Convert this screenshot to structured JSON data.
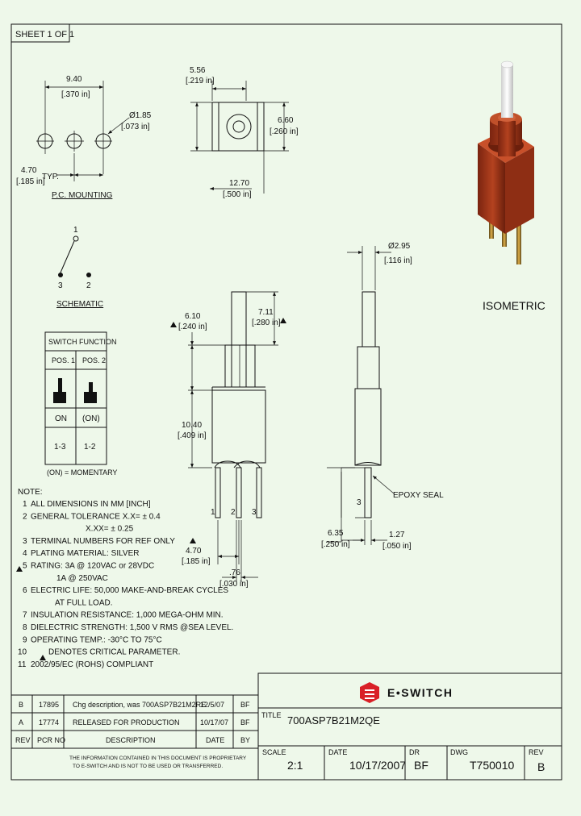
{
  "sheet_label": "SHEET 1 OF 1",
  "pc_mounting": {
    "dim_pitch_mm": "9.40",
    "dim_pitch_in": "[.370 in]",
    "dim_hole_mm": "Ø1.85",
    "dim_hole_in": "[.073 in]",
    "dim_typ_mm": "4.70",
    "dim_typ_suffix": "TYP.",
    "dim_typ_in": "[.185 in]",
    "label": "P.C. MOUNTING"
  },
  "top_view": {
    "dim_width_mm": "5.56",
    "dim_width_in": "[.219 in]",
    "dim_height_mm": "6.60",
    "dim_height_in": "[.260 in]",
    "dim_length_mm": "12.70",
    "dim_length_in": "[.500 in]"
  },
  "schematic": {
    "pin1": "1",
    "pin3": "3",
    "pin2": "2",
    "label": "SCHEMATIC"
  },
  "switch_function": {
    "title": "SWITCH FUNCTION",
    "pos1": "POS. 1",
    "pos2": "POS. 2",
    "state1": "ON",
    "state2": "(ON)",
    "conn1": "1-3",
    "conn2": "1-2",
    "momentary_note": "(ON) = MOMENTARY"
  },
  "notes": {
    "title": "NOTE:",
    "items": [
      {
        "num": "1",
        "text": "ALL DIMENSIONS IN MM [INCH]"
      },
      {
        "num": "2",
        "text": "GENERAL TOLERANCE X.X= ± 0.4"
      },
      {
        "num": "",
        "text": "X.XX= ± 0.25"
      },
      {
        "num": "3",
        "text": "TERMINAL NUMBERS FOR REF ONLY"
      },
      {
        "num": "4",
        "text": "PLATING MATERIAL: SILVER"
      },
      {
        "num": "5",
        "text": "RATING: 3A @ 120VAC or 28VDC"
      },
      {
        "num": "",
        "text": "1A @ 250VAC"
      },
      {
        "num": "6",
        "text": "ELECTRIC LIFE: 50,000 MAKE-AND-BREAK CYCLES"
      },
      {
        "num": "",
        "text": "AT FULL LOAD."
      },
      {
        "num": "7",
        "text": "INSULATION RESISTANCE: 1,000 MEGA-OHM MIN."
      },
      {
        "num": "8",
        "text": "DIELECTRIC STRENGTH: 1,500 V RMS @SEA LEVEL."
      },
      {
        "num": "9",
        "text": "OPERATING TEMP.: -30°C TO 75°C"
      },
      {
        "num": "10",
        "text": "DENOTES CRITICAL PARAMETER."
      },
      {
        "num": "11",
        "text": "2002/95/EC (ROHS) COMPLIANT"
      }
    ]
  },
  "front_view": {
    "dim_bush_mm": "6.10",
    "dim_bush_in": "[.240 in]",
    "dim_lever_mm": "7.11",
    "dim_lever_in": "[.280 in]",
    "dim_body_mm": "10.40",
    "dim_body_in": "[.409 in]",
    "dim_pin_pitch_mm": "4.70",
    "dim_pin_pitch_in": "[.185 in]",
    "dim_pin_w_mm": ".76",
    "dim_pin_w_in": "[.030 in]",
    "pin_labels": [
      "1",
      "2",
      "3"
    ]
  },
  "side_view": {
    "dim_lever_dia_mm": "Ø2.95",
    "dim_lever_dia_in": "[.116 in]",
    "epoxy_label": "EPOXY SEAL",
    "pin_label": "3",
    "dim_pin_len_mm": "6.35",
    "dim_pin_len_in": "[.250 in]",
    "dim_pin_t_mm": "1.27",
    "dim_pin_t_in": "[.050 in]"
  },
  "isometric_label": "ISOMETRIC",
  "title_block": {
    "brand": "E•SWITCH",
    "title_label": "TITLE",
    "title_value": "700ASP7B21M2QE",
    "revisions": [
      {
        "rev": "B",
        "pcr": "17895",
        "desc": "Chg description, was 700ASP7B21M2RE",
        "date": "12/5/07",
        "by": "BF"
      },
      {
        "rev": "A",
        "pcr": "17774",
        "desc": "RELEASED FOR PRODUCTION",
        "date": "10/17/07",
        "by": "BF"
      }
    ],
    "rev_header": {
      "rev": "REV",
      "pcr": "PCR NO",
      "desc": "DESCRIPTION",
      "date": "DATE",
      "by": "BY"
    },
    "proprietary": [
      "THE INFORMATION CONTAINED IN THIS DOCUMENT IS PROPRIETARY",
      "TO E-SWITCH AND IS NOT TO BE USED OR TRANSFERRED."
    ],
    "scale_label": "SCALE",
    "scale_value": "2:1",
    "date_label": "DATE",
    "date_value": "10/17/2007",
    "dr_label": "DR",
    "dr_value": "BF",
    "dwg_label": "DWG",
    "dwg_value": "T750010",
    "rev_label": "REV",
    "rev_value": "B"
  },
  "colors": {
    "background": "#eef8ea",
    "switch_body": "#a8391c",
    "lever": "#e8e8e8",
    "brand_red": "#d92027"
  }
}
